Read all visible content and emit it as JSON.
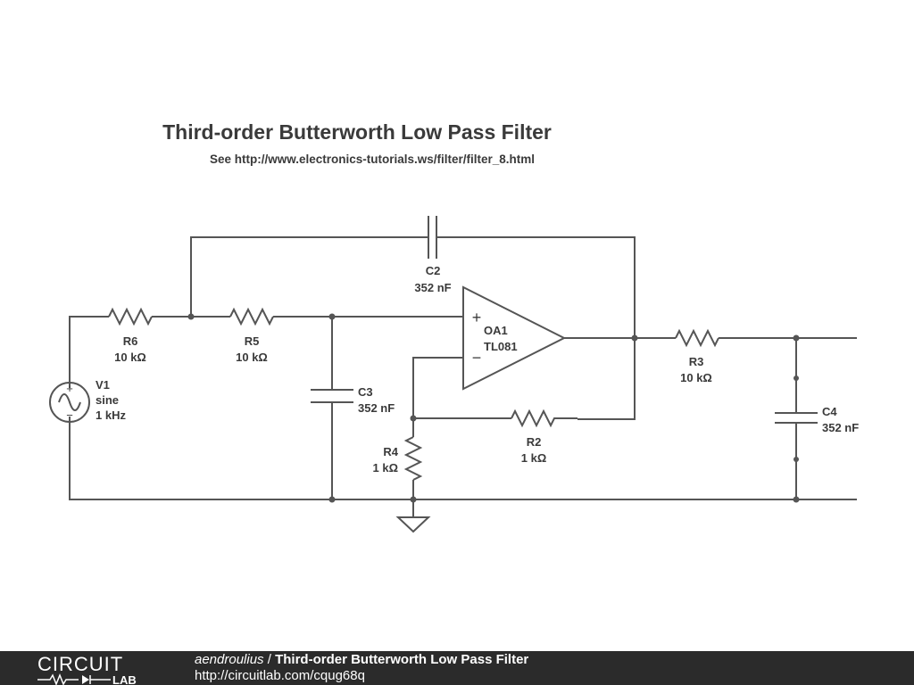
{
  "title": "Third-order Butterworth Low Pass Filter",
  "subtitle": "See http://www.electronics-tutorials.ws/filter/filter_8.html",
  "components": {
    "V1": {
      "name": "V1",
      "type": "sine",
      "value": "1 kHz"
    },
    "R6": {
      "name": "R6",
      "value": "10 kΩ"
    },
    "R5": {
      "name": "R5",
      "value": "10 kΩ"
    },
    "C2": {
      "name": "C2",
      "value": "352 nF"
    },
    "C3": {
      "name": "C3",
      "value": "352 nF"
    },
    "OA1": {
      "name": "OA1",
      "model": "TL081"
    },
    "R4": {
      "name": "R4",
      "value": "1 kΩ"
    },
    "R2": {
      "name": "R2",
      "value": "1 kΩ"
    },
    "R3": {
      "name": "R3",
      "value": "10 kΩ"
    },
    "C4": {
      "name": "C4",
      "value": "352 nF"
    }
  },
  "opamp_pins": {
    "plus": "+",
    "minus": "−"
  },
  "source_signs": {
    "plus": "+",
    "minus": "−"
  },
  "footer": {
    "logo_top": "CIRCUIT",
    "logo_bottom": "LAB",
    "author": "aendroulius",
    "separator": " / ",
    "title": "Third-order Butterworth Low Pass Filter",
    "url": "http://circuitlab.com/cqug68q"
  },
  "colors": {
    "wire": "#555555",
    "text": "#3a3a3a",
    "footer_bg": "#2b2b2b",
    "footer_text": "#ffffff"
  }
}
